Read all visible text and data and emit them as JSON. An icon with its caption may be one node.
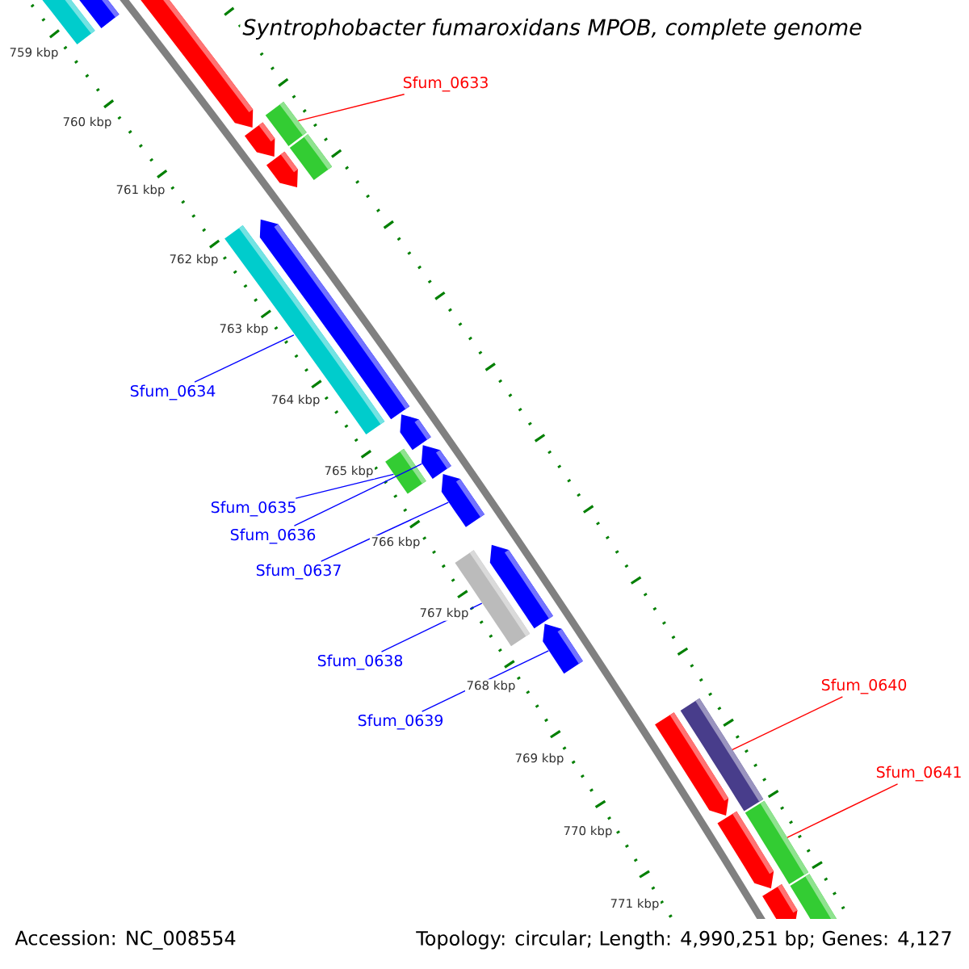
{
  "diagram": {
    "title": "*Syntrophobacter fumaroxidans* MPOB, complete genome",
    "nodes": [
      {
        "text": [
          "Sfum_0633"
        ]
      },
      {
        "text": [
          "Sfum_0634"
        ]
      },
      {
        "text": [
          "Sfum_0635"
        ]
      },
      {
        "text": [
          "Sfum_0636"
        ]
      },
      {
        "text": [
          "Sfum_0637"
        ]
      },
      {
        "text": [
          "Sfum_0638"
        ]
      },
      {
        "text": [
          "Sfum_0639"
        ]
      },
      {
        "text": [
          "Sfum_0640"
        ]
      },
      {
        "text": [
          "Sfum_0641"
        ]
      },
      {
        "text": [],
        "shape": "bar"
      },
      {
        "text": [],
        "shape": "bar"
      },
      {
        "text": [],
        "shape": "arrow"
      },
      {
        "text": [],
        "shape": "bar"
      },
      {
        "text": [],
        "shape": "arrow"
      },
      {
        "text": [],
        "shape": "arrow"
      },
      {
        "text": [],
        "shape": "bar"
      },
      {
        "text": [],
        "shape": "bar"
      },
      {
        "text": [],
        "shape": "arrow"
      },
      {
        "text": [],
        "shape": "arrow"
      },
      {
        "text": [],
        "shape": "bar"
      },
      {
        "text": [],
        "shape": "arrow"
      },
      {
        "text": [],
        "shape": "arrow"
      },
      {
        "text": [],
        "shape": "bar"
      },
      {
        "text": [],
        "shape": "arrow"
      },
      {
        "text": [],
        "shape": "arrow"
      },
      {
        "text": [],
        "shape": "arrow"
      },
      {
        "text": [],
        "shape": "bar"
      },
      {
        "text": [],
        "shape": "arrow"
      },
      {
        "text": [],
        "shape": "bar"
      },
      {
        "text": [],
        "shape": "arrow"
      },
      {
        "text": [],
        "shape": "bar"
      }
    ],
    "edges": [
      {
        "from": 0,
        "to": 12,
        "arrow": "none",
        "color": "#ff0000"
      },
      {
        "from": 1,
        "to": 16,
        "arrow": "none"
      },
      {
        "from": 2,
        "to": 19,
        "arrow": "none"
      },
      {
        "from": 3,
        "to": 20,
        "arrow": "none"
      },
      {
        "from": 4,
        "to": 21,
        "arrow": "none"
      },
      {
        "from": 5,
        "to": 22,
        "arrow": "none"
      },
      {
        "from": 6,
        "to": 24,
        "arrow": "none"
      },
      {
        "from": 7,
        "to": 26,
        "arrow": "none",
        "color": "#ff0000"
      },
      {
        "from": 8,
        "to": 28,
        "arrow": "none",
        "color": "#ff0000"
      }
    ],
    "labels": [
      "759 kbp",
      "760 kbp",
      "761 kbp",
      "762 kbp",
      "763 kbp",
      "764 kbp",
      "765 kbp",
      "766 kbp",
      "767 kbp",
      "768 kbp",
      "769 kbp",
      "770 kbp",
      "771 kbp",
      "Accession: NC_008554",
      "Topology: circular; Length: 4,990,251 bp; Genes: 4,127"
    ]
  }
}
